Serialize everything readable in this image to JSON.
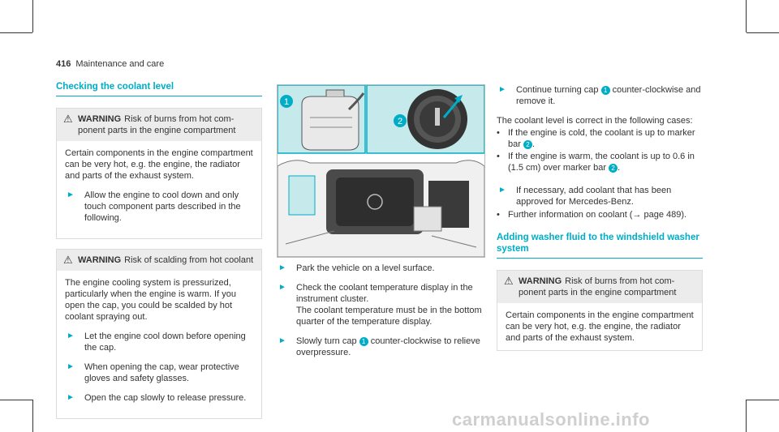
{
  "header": {
    "page_number": "416",
    "section": "Maintenance and care"
  },
  "left": {
    "heading": "Checking the coolant level",
    "warning1": {
      "label": "WARNING",
      "title": "Risk of burns from hot com­ponent parts in the engine compartment",
      "body": "Certain components in the engine compart­ment can be very hot, e.g. the engine, the radiator and parts of the exhaust system.",
      "steps": [
        "Allow the engine to cool down and only touch component parts described in the following."
      ]
    },
    "warning2": {
      "label": "WARNING",
      "title": "Risk of scalding from hot coolant",
      "body": "The engine cooling system is pressurized, particularly when the engine is warm. If you open the cap, you could be scalded by hot coolant spraying out.",
      "steps": [
        "Let the engine cool down before open­ing the cap.",
        "When opening the cap, wear protective gloves and safety glasses.",
        "Open the cap slowly to release pres­sure."
      ]
    }
  },
  "middle": {
    "step1": "Park the vehicle on a level surface.",
    "step2a": "Check the coolant temperature display in the instrument cluster.",
    "step2b": "The coolant temperature must be in the bot­tom quarter of the temperature display.",
    "step3_pre": "Slowly turn cap",
    "step3_post": "counter-clockwise to relieve overpressure."
  },
  "figure": {
    "callout1": "1",
    "callout2": "2"
  },
  "right": {
    "step1_pre": "Continue turning cap",
    "step1_post": "counter-clockwise and remove it.",
    "intro": "The coolant level is correct in the following cases:",
    "case1_pre": "If the engine is cold, the coolant is up to marker bar",
    "case2_pre": "If the engine is warm, the coolant is up to 0.6 in (1.5 cm) over marker bar",
    "step2": "If necessary, add coolant that has been approved for Mercedes-Benz.",
    "bullet": "Further information on coolant (→ page 489).",
    "heading2": "Adding washer fluid to the windshield washer system",
    "warning": {
      "label": "WARNING",
      "title": "Risk of burns from hot com­ponent parts in the engine compartment",
      "body": "Certain components in the engine compart­ment can be very hot, e.g. the engine, the radiator and parts of the exhaust system."
    }
  },
  "callout_one": "1",
  "callout_two": "2",
  "watermark": "carmanualsonline.info"
}
